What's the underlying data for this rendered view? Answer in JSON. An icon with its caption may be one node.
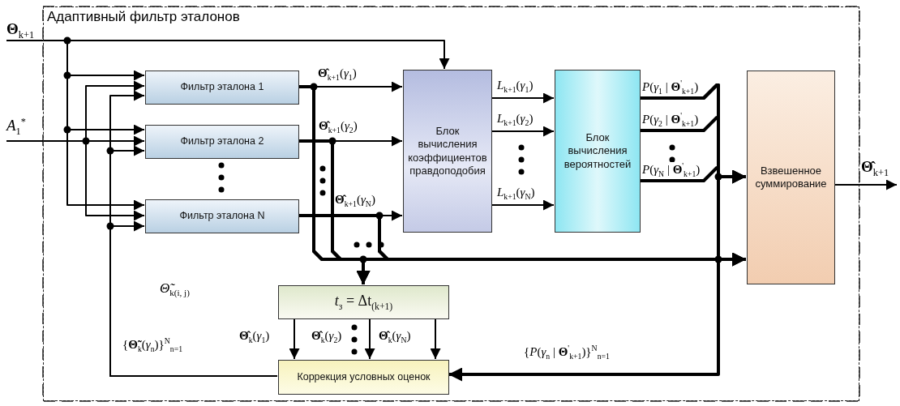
{
  "diagram": {
    "nodes": [
      {
        "text": [
          "Адаптивный фильтр эталонов"
        ]
      },
      {
        "text": [
          "Фильтр эталона 1"
        ],
        "in": 0
      },
      {
        "text": [
          "Фильтр эталона 2"
        ],
        "in": 0
      },
      {
        "text": [
          "Фильтр эталона N"
        ],
        "in": 0
      },
      {
        "text": [
          "Блок вычисления коэффициентов правдоподобия"
        ],
        "in": 0
      },
      {
        "text": [
          "Блок вычисления вероятностей"
        ],
        "in": 0
      },
      {
        "text": [
          "Взвешенное суммирование"
        ],
        "in": 0
      },
      {
        "text": [
          "*t*$_{з}$ = Δt$_{(k+1)}$"
        ],
        "in": 0
      },
      {
        "text": [
          "Коррекция условных оценок"
        ],
        "in": 0
      },
      {
        "text": [
          "**Θ**$_{k+1}$"
        ]
      },
      {
        "text": [
          "*A*$_{1}$$^{*}$"
        ]
      },
      {
        "text": [
          "**Θ̂**$_{k+1}$"
        ]
      }
    ],
    "edges": [
      {
        "from": 9,
        "to": 1,
        "arrow": "to"
      },
      {
        "from": 9,
        "to": 2,
        "arrow": "to"
      },
      {
        "from": 9,
        "to": 3,
        "arrow": "to"
      },
      {
        "from": 9,
        "to": 4,
        "arrow": "to"
      },
      {
        "from": 10,
        "to": 1,
        "arrow": "to"
      },
      {
        "from": 10,
        "to": 2,
        "arrow": "to"
      },
      {
        "from": 10,
        "to": 3,
        "arrow": "to"
      },
      {
        "from": 8,
        "to": 1,
        "arrow": "to",
        "label": "{**Θ̃**$_{k}$(*γ*$_{n}$)}$^{N}$$_{n=1}$"
      },
      {
        "from": 8,
        "to": 2,
        "arrow": "to"
      },
      {
        "from": 8,
        "to": 3,
        "arrow": "to"
      },
      {
        "from": 1,
        "to": 4,
        "arrow": "to",
        "label": "**Θ̂**$_{k+1}$(*γ*$_{1}$)"
      },
      {
        "from": 2,
        "to": 4,
        "arrow": "to",
        "label": "**Θ̂**$_{k+1}$(*γ*$_{2}$)"
      },
      {
        "from": 3,
        "to": 4,
        "arrow": "to",
        "label": "**Θ̂**$_{k+1}$(*γ*$_{N}$)"
      },
      {
        "from": 1,
        "to": 7,
        "arrow": "to",
        "style": "thick"
      },
      {
        "from": 2,
        "to": 7,
        "arrow": "to",
        "style": "thick"
      },
      {
        "from": 3,
        "to": 7,
        "arrow": "to",
        "style": "thick"
      },
      {
        "from": 1,
        "to": 6,
        "arrow": "to",
        "style": "thick"
      },
      {
        "from": 2,
        "to": 6,
        "arrow": "to",
        "style": "thick"
      },
      {
        "from": 3,
        "to": 6,
        "arrow": "to",
        "style": "thick"
      },
      {
        "from": 4,
        "to": 5,
        "arrow": "to",
        "label": "*L*$_{k+1}$(*γ*$_{1}$)"
      },
      {
        "from": 4,
        "to": 5,
        "arrow": "to",
        "label": "*L*$_{k+1}$(*γ*$_{2}$)"
      },
      {
        "from": 4,
        "to": 5,
        "arrow": "to",
        "label": "*L*$_{k+1}$(*γ*$_{N}$)"
      },
      {
        "from": 5,
        "to": 6,
        "arrow": "to",
        "style": "thick",
        "label": "*P*(*γ*$_{1}$ | **Θ**$^{'}$$_{k+1}$)"
      },
      {
        "from": 5,
        "to": 6,
        "arrow": "to",
        "style": "thick",
        "label": "*P*(*γ*$_{2}$ | **Θ**$^{'}$$_{k+1}$)"
      },
      {
        "from": 5,
        "to": 6,
        "arrow": "to",
        "style": "thick",
        "label": "*P*(*γ*$_{N}$ | **Θ**$^{'}$$_{k+1}$)"
      },
      {
        "from": 5,
        "to": 8,
        "arrow": "to",
        "style": "thick",
        "label": "{*P*(*γ*$_{n}$ | **Θ**$^{'}$$_{k+1}$)}$^{N}$$_{n=1}$"
      },
      {
        "from": 7,
        "to": 8,
        "arrow": "to",
        "label": "**Θ̂**$_{k}$(*γ*$_{1}$)"
      },
      {
        "from": 7,
        "to": 8,
        "arrow": "to",
        "label": "**Θ̂**$_{k}$(*γ*$_{2}$)"
      },
      {
        "from": 7,
        "to": 8,
        "arrow": "to",
        "label": "**Θ̂**$_{k}$(*γ*$_{N}$)"
      },
      {
        "from": 6,
        "to": 11,
        "arrow": "to"
      }
    ],
    "labels": [
      "*Θ̃*$_{k(i, j)}$"
    ]
  }
}
